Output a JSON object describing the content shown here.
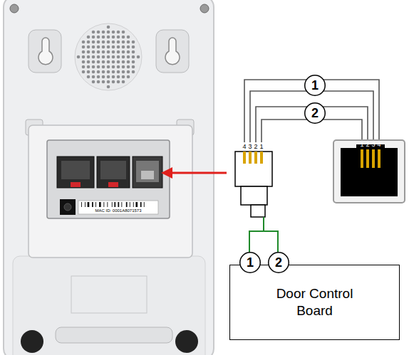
{
  "diagram": {
    "nodes": [
      {
        "text": [
          "1"
        ]
      },
      {
        "text": [
          "2"
        ]
      },
      {
        "text": [
          "Door Control Board"
        ]
      },
      {
        "text": [
          "1"
        ],
        "in": 2
      },
      {
        "text": [
          "2"
        ],
        "in": 2
      }
    ],
    "labels": [
      "4",
      "3",
      "2",
      "1",
      "1",
      "2",
      "3",
      "4",
      "MAC ID: 0001A8071573"
    ]
  }
}
